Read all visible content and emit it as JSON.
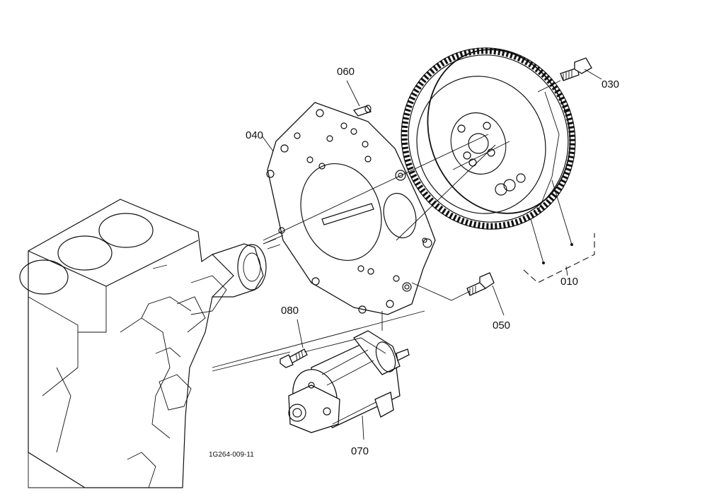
{
  "parts": [
    {
      "id": "p010",
      "label": "010"
    },
    {
      "id": "p030",
      "label": "030"
    },
    {
      "id": "p040",
      "label": "040"
    },
    {
      "id": "p050",
      "label": "050"
    },
    {
      "id": "p060",
      "label": "060"
    },
    {
      "id": "p070",
      "label": "070"
    },
    {
      "id": "p080",
      "label": "080"
    }
  ],
  "drawing_number": "1G264-009-11"
}
